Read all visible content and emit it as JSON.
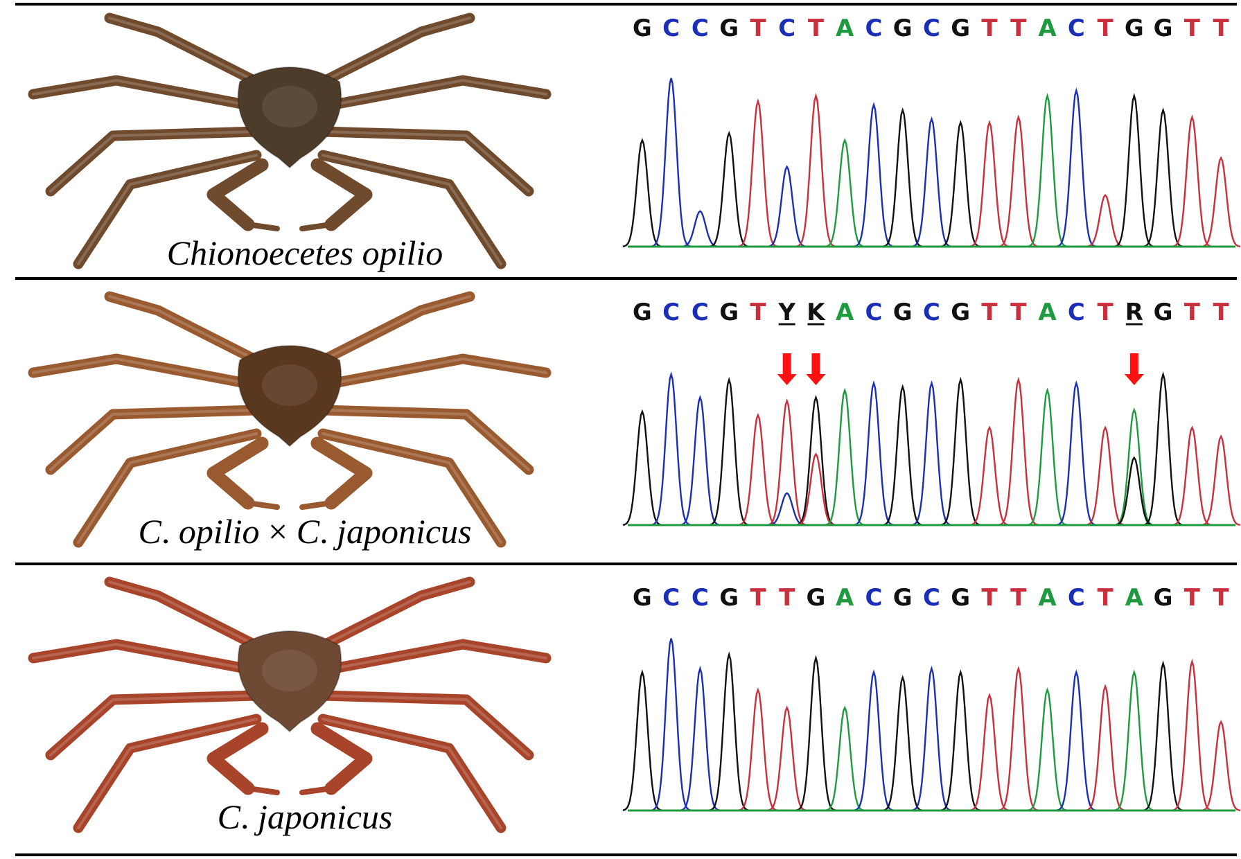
{
  "colors": {
    "A": "#1f9a3f",
    "C": "#1a2fb5",
    "G": "#111111",
    "T": "#c8303e",
    "baseline": "#1f9a3f",
    "arrow": "#ff1111",
    "divider": "#000000"
  },
  "panels": [
    {
      "label_parts": [
        {
          "text": "Chionoecetes opilio",
          "italic": true
        }
      ],
      "crab_color": "#6f4a2c",
      "crab_carapace": "#4e3c2a",
      "sequence": [
        "G",
        "C",
        "C",
        "G",
        "T",
        "C",
        "T",
        "A",
        "C",
        "G",
        "C",
        "G",
        "T",
        "T",
        "A",
        "C",
        "T",
        "G",
        "G",
        "T",
        "T"
      ],
      "underlined": [],
      "arrows_at": [],
      "trace": {
        "primary": [
          0.6,
          0.95,
          0.2,
          0.64,
          0.82,
          0.45,
          0.85,
          0.6,
          0.8,
          0.77,
          0.72,
          0.7,
          0.7,
          0.73,
          0.85,
          0.88,
          0.29,
          0.85,
          0.77,
          0.73,
          0.5
        ],
        "secondary": [
          null,
          null,
          null,
          null,
          null,
          null,
          null,
          null,
          null,
          null,
          null,
          null,
          null,
          null,
          null,
          null,
          null,
          null,
          null,
          null,
          null
        ]
      }
    },
    {
      "label_parts": [
        {
          "text": "C",
          "italic": true
        },
        {
          "text": ". ",
          "italic": false
        },
        {
          "text": "opilio",
          "italic": true
        },
        {
          "text": " × ",
          "italic": false
        },
        {
          "text": "C",
          "italic": true
        },
        {
          "text": ". ",
          "italic": false
        },
        {
          "text": "japonicus",
          "italic": true
        }
      ],
      "crab_color": "#9a5a30",
      "crab_carapace": "#5a3820",
      "sequence": [
        "G",
        "C",
        "C",
        "G",
        "T",
        "Y",
        "K",
        "A",
        "C",
        "G",
        "C",
        "G",
        "T",
        "T",
        "A",
        "C",
        "T",
        "R",
        "G",
        "T",
        "T"
      ],
      "underlined": [
        5,
        6,
        17
      ],
      "arrows_at": [
        5,
        6,
        17
      ],
      "trace": {
        "primary": [
          0.64,
          0.85,
          0.72,
          0.82,
          0.62,
          0.7,
          0.72,
          0.76,
          0.8,
          0.78,
          0.8,
          0.82,
          0.55,
          0.82,
          0.76,
          0.8,
          0.55,
          0.65,
          0.85,
          0.55,
          0.5
        ],
        "secondary": [
          null,
          null,
          null,
          null,
          null,
          {
            "base": "C",
            "h": 0.18
          },
          {
            "base": "T",
            "h": 0.4
          },
          null,
          null,
          null,
          null,
          null,
          null,
          null,
          null,
          null,
          null,
          {
            "base": "G",
            "h": 0.38
          },
          null,
          null,
          null
        ]
      }
    },
    {
      "label_parts": [
        {
          "text": "C",
          "italic": true
        },
        {
          "text": ". ",
          "italic": false
        },
        {
          "text": "japonicus",
          "italic": true
        }
      ],
      "crab_color": "#a8442a",
      "crab_carapace": "#6e4a34",
      "sequence": [
        "G",
        "C",
        "C",
        "G",
        "T",
        "T",
        "G",
        "A",
        "C",
        "G",
        "C",
        "G",
        "T",
        "T",
        "A",
        "C",
        "T",
        "A",
        "G",
        "T",
        "T"
      ],
      "underlined": [],
      "arrows_at": [],
      "trace": {
        "primary": [
          0.78,
          0.97,
          0.8,
          0.88,
          0.68,
          0.58,
          0.86,
          0.58,
          0.78,
          0.75,
          0.8,
          0.78,
          0.65,
          0.8,
          0.68,
          0.78,
          0.7,
          0.78,
          0.83,
          0.84,
          0.5
        ],
        "secondary": [
          null,
          null,
          null,
          null,
          null,
          null,
          null,
          null,
          null,
          null,
          null,
          null,
          null,
          null,
          null,
          null,
          null,
          null,
          null,
          null,
          null
        ]
      }
    }
  ]
}
